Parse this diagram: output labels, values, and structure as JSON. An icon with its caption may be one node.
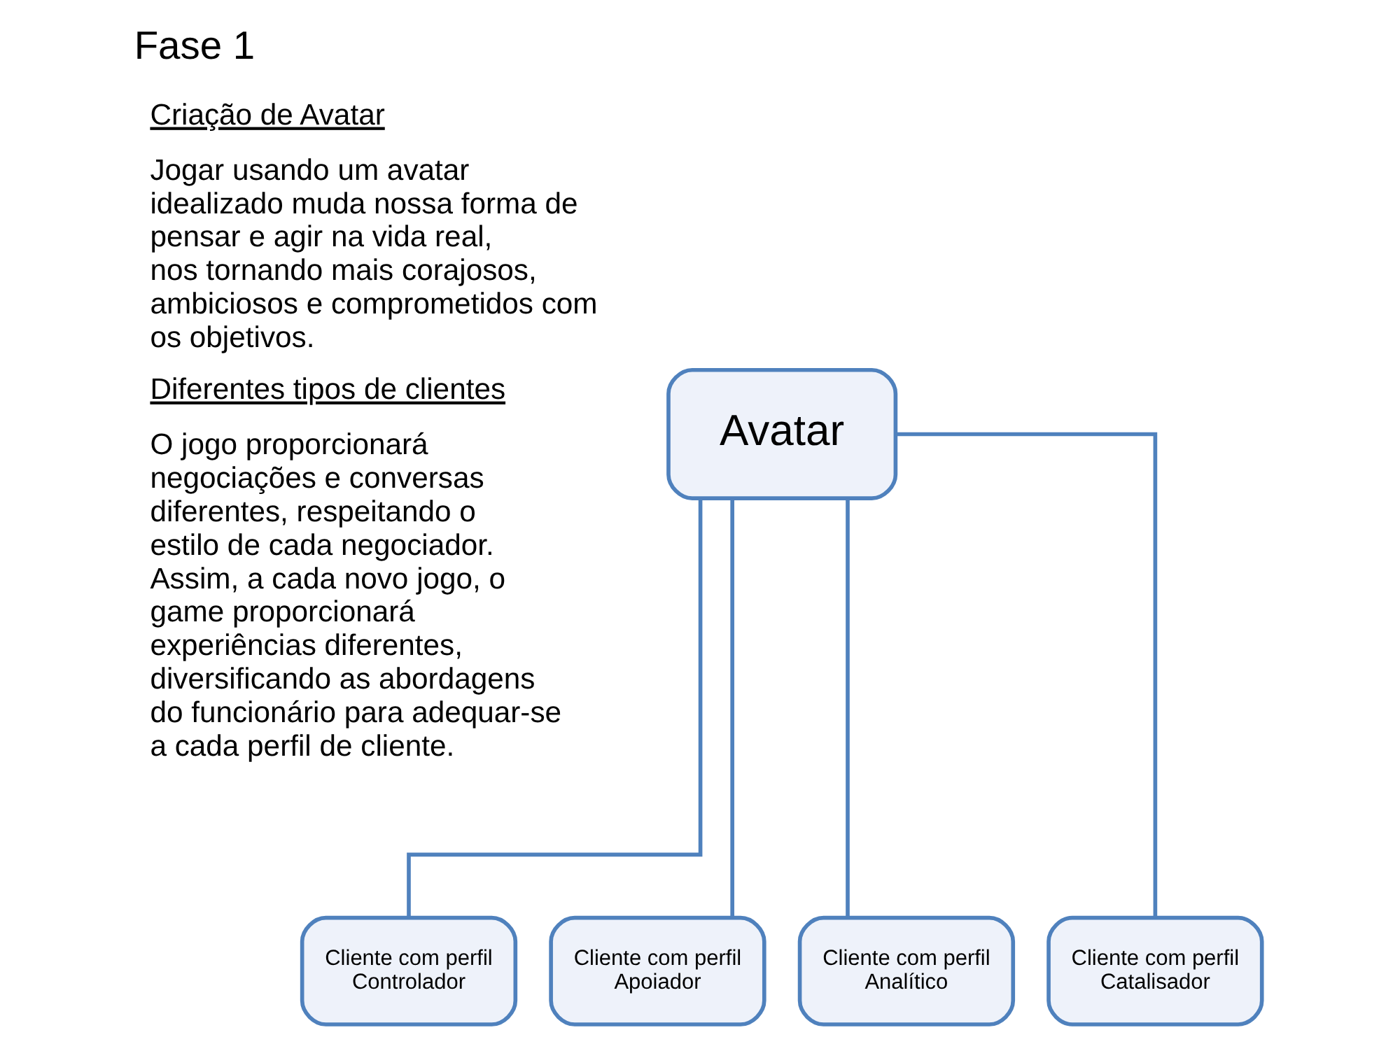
{
  "diagram": {
    "title": "Fase 1",
    "nodes": [
      {
        "text": [
          "Avatar"
        ]
      },
      {
        "text": [
          "Cliente com perfil",
          "Controlador"
        ]
      },
      {
        "text": [
          "Cliente com perfil",
          "Apoiador"
        ]
      },
      {
        "text": [
          "Cliente com perfil",
          "Analítico"
        ]
      },
      {
        "text": [
          "Cliente com perfil",
          "Catalisador"
        ]
      }
    ],
    "edges": [
      {
        "from": 0,
        "to": 1,
        "arrow": "none"
      },
      {
        "from": 0,
        "to": 2,
        "arrow": "none"
      },
      {
        "from": 0,
        "to": 3,
        "arrow": "none"
      },
      {
        "from": 0,
        "to": 4,
        "arrow": "none"
      }
    ],
    "labels": [
      "Criação de Avatar",
      "Jogar usando um avatar idealizado muda nossa forma de pensar e agir na vida real, nos tornando mais corajosos, ambiciosos e comprometidos com os objetivos.",
      "Diferentes tipos de clientes",
      "O jogo proporcionará negociações e conversas diferentes, respeitando o estilo de cada negociador. Assim, a cada novo jogo, o game proporcionará experiências diferentes, diversificando as abordagens do funcionário para adequar-se a cada perfil de cliente."
    ]
  }
}
